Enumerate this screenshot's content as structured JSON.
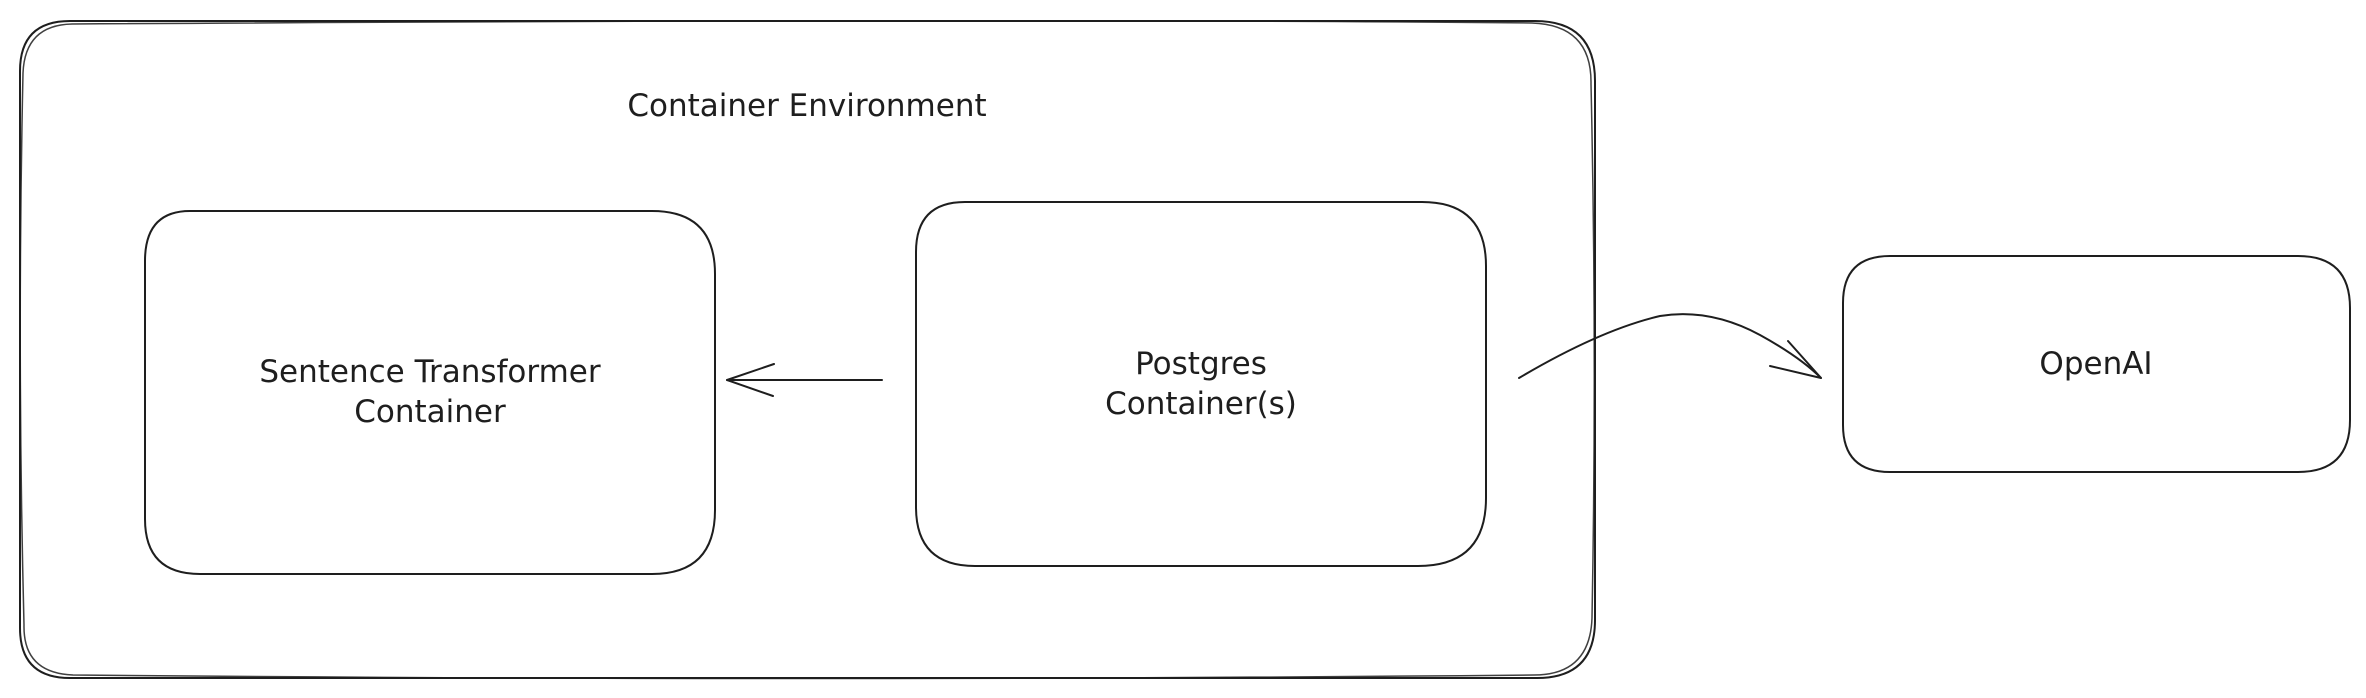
{
  "diagram": {
    "environment": {
      "title": "Container Environment"
    },
    "nodes": {
      "sentence_transformer": {
        "line1": "Sentence Transformer",
        "line2": "Container"
      },
      "postgres": {
        "line1": "Postgres",
        "line2": "Container(s)"
      },
      "openai": {
        "label": "OpenAI"
      }
    },
    "colors": {
      "stroke": "#1e1e1e",
      "background": "#ffffff"
    }
  }
}
